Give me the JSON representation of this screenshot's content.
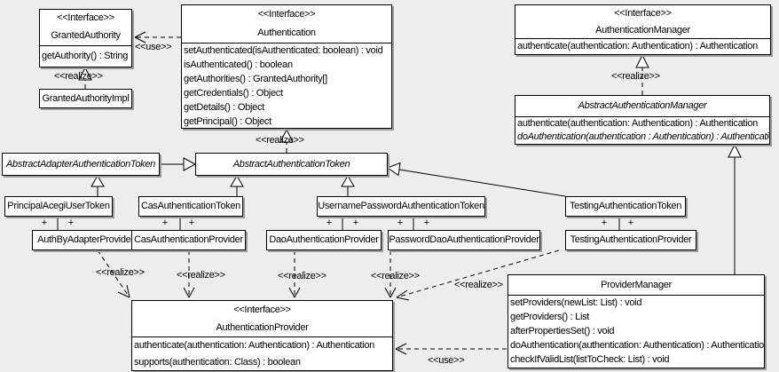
{
  "diagram": {
    "background_color": "#ededed",
    "box_fill": "#ffffff",
    "box_border": "#000000",
    "shadow_color": "#9d9d9d"
  },
  "labels": {
    "use": "<<use>>",
    "realize": "<<realize>>"
  },
  "symbols": {
    "plus": "+"
  },
  "classes": [
    {
      "stereotype": "<<Interface>>",
      "name": "GrantedAuthority",
      "methods": [
        "getAuthority() : String"
      ]
    },
    {
      "name": "GrantedAuthorityImpl"
    },
    {
      "stereotype": "<<Interface>>",
      "name": "Authentication",
      "methods": [
        "setAuthenticated(isAuthenticated: boolean) : void",
        "isAuthenticated() : boolean",
        "getAuthorities() : GrantedAuthority[]",
        "getCredentials() : Object",
        "getDetails() : Object",
        "getPrincipal() : Object"
      ]
    },
    {
      "stereotype": "<<Interface>>",
      "name": "AuthenticationManager",
      "methods": [
        "authenticate(authentication: Authentication) : Authentication"
      ]
    },
    {
      "name": "AbstractAuthenticationManager",
      "methods": [
        "authenticate(authentication: Authentication) : Authentication",
        "doAuthentication(authentication : Authentication) : Authentication"
      ]
    },
    {
      "name": "AbstractAdapterAuthenticationToken"
    },
    {
      "name": "AbstractAuthenticationToken"
    },
    {
      "name": "PrincipalAcegiUserToken"
    },
    {
      "name": "CasAuthenticationToken"
    },
    {
      "name": "UsernamePasswordAuthenticationToken"
    },
    {
      "name": "TestingAuthenticationToken"
    },
    {
      "name": "AuthByAdapterProvider"
    },
    {
      "name": "CasAuthenticationProvider"
    },
    {
      "name": "DaoAuthenticationProvider"
    },
    {
      "name": "PasswordDaoAuthenticationProvider"
    },
    {
      "name": "TestingAuthenticationProvider"
    },
    {
      "stereotype": "<<Interface>>",
      "name": "AuthenticationProvider",
      "methods": [
        "authenticate(authentication: Authentication) : Authentication",
        "supports(authentication: Class) : boolean"
      ]
    },
    {
      "name": "ProviderManager",
      "methods": [
        "setProviders(newList: List) : void",
        "getProviders() : List",
        "afterPropertiesSet() : void",
        "doAuthentication(authentication: Authentication) : Authentication",
        "checkIfValidList(listToCheck: List) : void"
      ]
    }
  ]
}
